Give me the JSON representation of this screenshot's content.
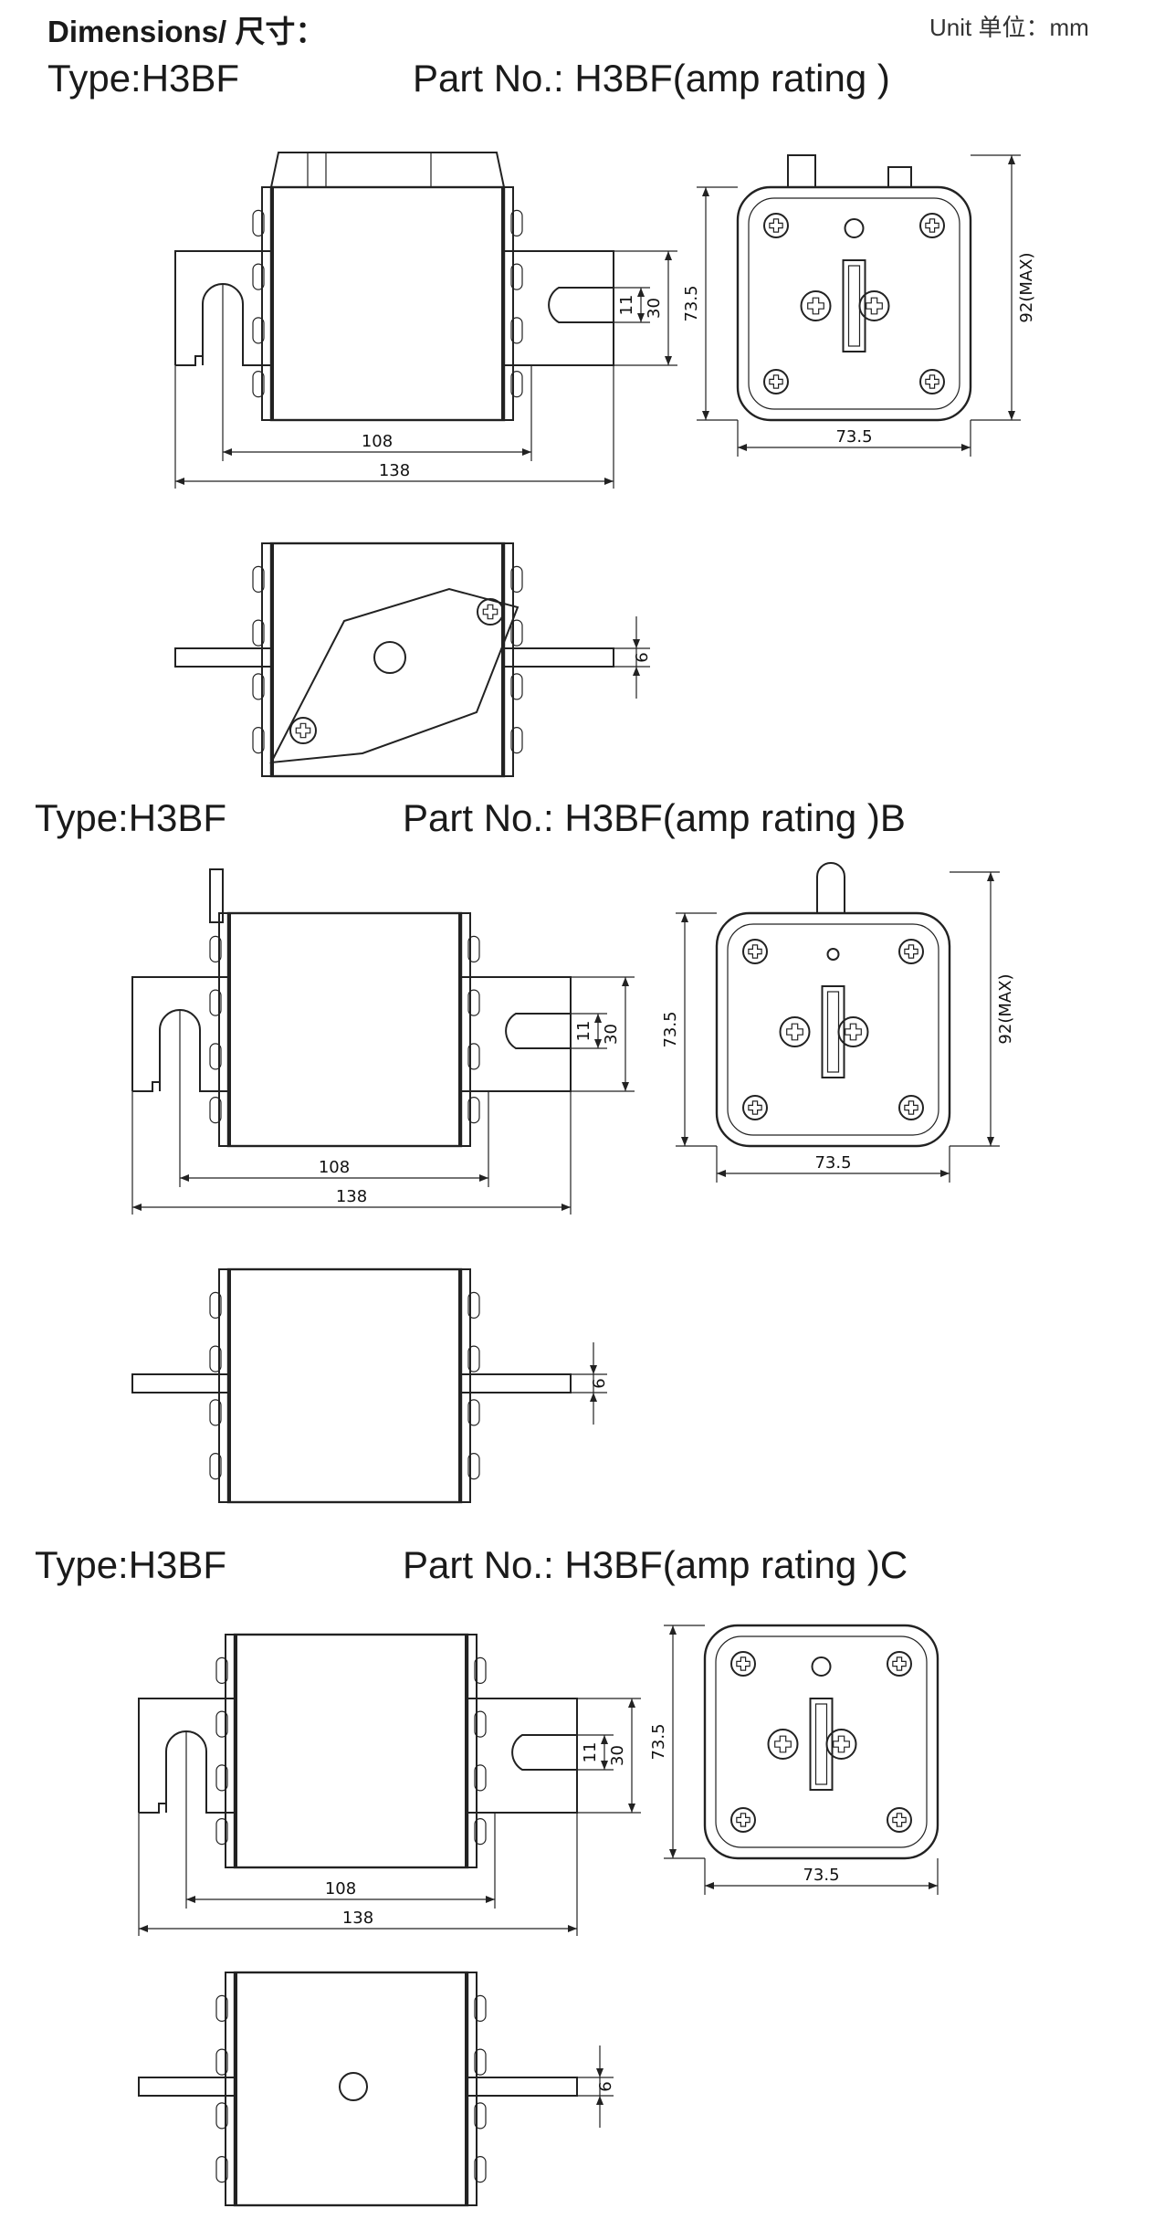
{
  "header": {
    "title": "Dimensions/ 尺寸：",
    "unit": "Unit 单位：mm"
  },
  "sections": [
    {
      "type_label": "Type:H3BF",
      "part_label": "Part No.: H3BF(amp rating )",
      "dims": {
        "inner": "108",
        "outer": "138",
        "slot": "11",
        "blade": "30",
        "height": "73.5",
        "width": "73.5",
        "max": "92(MAX)",
        "thickness": "6"
      }
    },
    {
      "type_label": "Type:H3BF",
      "part_label": "Part No.: H3BF(amp rating )B",
      "dims": {
        "inner": "108",
        "outer": "138",
        "slot": "11",
        "blade": "30",
        "height": "73.5",
        "width": "73.5",
        "max": "92(MAX)",
        "thickness": "6"
      }
    },
    {
      "type_label": "Type:H3BF",
      "part_label": "Part No.: H3BF(amp rating )C",
      "dims": {
        "inner": "108",
        "outer": "138",
        "slot": "11",
        "blade": "30",
        "height": "73.5",
        "width": "73.5",
        "thickness": "6"
      }
    }
  ]
}
